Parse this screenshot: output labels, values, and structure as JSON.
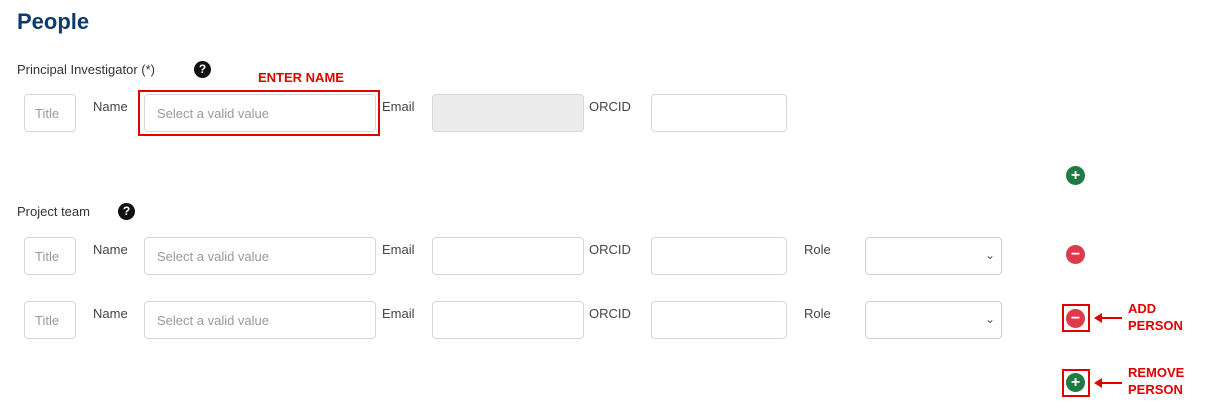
{
  "header": {
    "title": "People"
  },
  "principal_investigator": {
    "label": "Principal Investigator (*)",
    "title_placeholder": "Title",
    "name_label": "Name",
    "name_placeholder": "Select a valid value",
    "email_label": "Email",
    "orcid_label": "ORCID"
  },
  "project_team": {
    "label": "Project team",
    "rows": [
      {
        "title_placeholder": "Title",
        "name_label": "Name",
        "name_placeholder": "Select a valid value",
        "email_label": "Email",
        "orcid_label": "ORCID",
        "role_label": "Role"
      },
      {
        "title_placeholder": "Title",
        "name_label": "Name",
        "name_placeholder": "Select a valid value",
        "email_label": "Email",
        "orcid_label": "ORCID",
        "role_label": "Role"
      }
    ]
  },
  "icons": {
    "help": "question-circle-icon",
    "add": "plus-circle-icon",
    "remove": "minus-circle-icon",
    "chevron": "chevron-down-icon"
  },
  "annotations": {
    "enter_name": "ENTER NAME",
    "add_person_line1": "ADD",
    "add_person_line2": "PERSON",
    "remove_person_line1": "REMOVE",
    "remove_person_line2": "PERSON"
  },
  "colors": {
    "title": "#0d3b6e",
    "add_button": "#1f7a43",
    "remove_button": "#dc3b4b",
    "annotation": "#e00000"
  }
}
